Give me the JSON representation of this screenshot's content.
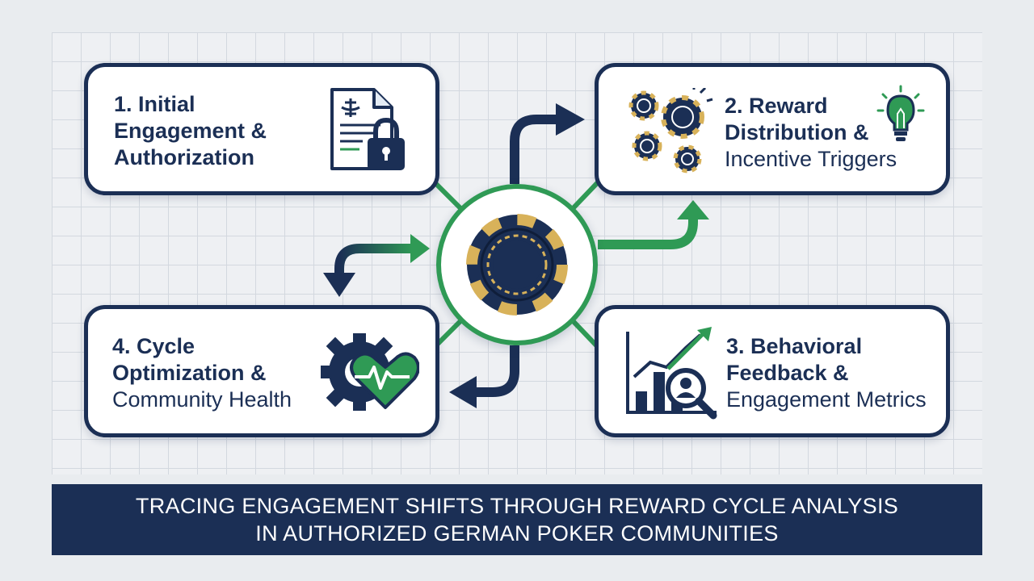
{
  "cards": [
    {
      "id": "card-1",
      "line1": "1. Initial",
      "line2": "Engagement &",
      "line3": "Authorization"
    },
    {
      "id": "card-2",
      "line1": "2. Reward",
      "line2": "Distribution &",
      "line3": "Incentive Triggers"
    },
    {
      "id": "card-3",
      "line1": "3. Behavioral",
      "line2": "Feedback &",
      "line3": "Engagement Metrics"
    },
    {
      "id": "card-4",
      "line1": "4. Cycle",
      "line2": "Optimization &",
      "line3": "Community Health"
    }
  ],
  "icons": {
    "card1": "authorization-document-lock-icon",
    "card2": "poker-chips-lightbulb-icon",
    "card3": "analytics-chart-magnifier-icon",
    "card4": "gear-heart-pulse-icon",
    "hub": "poker-chip-icon"
  },
  "banner": {
    "line1": "TRACING ENGAGEMENT SHIFTS THROUGH REWARD CYCLE ANALYSIS",
    "line2": "IN AUTHORIZED GERMAN POKER COMMUNITIES"
  },
  "colors": {
    "navy": "#1b2f55",
    "green": "#2f9a55",
    "gold": "#d8b25a",
    "background": "#e9ecef"
  }
}
